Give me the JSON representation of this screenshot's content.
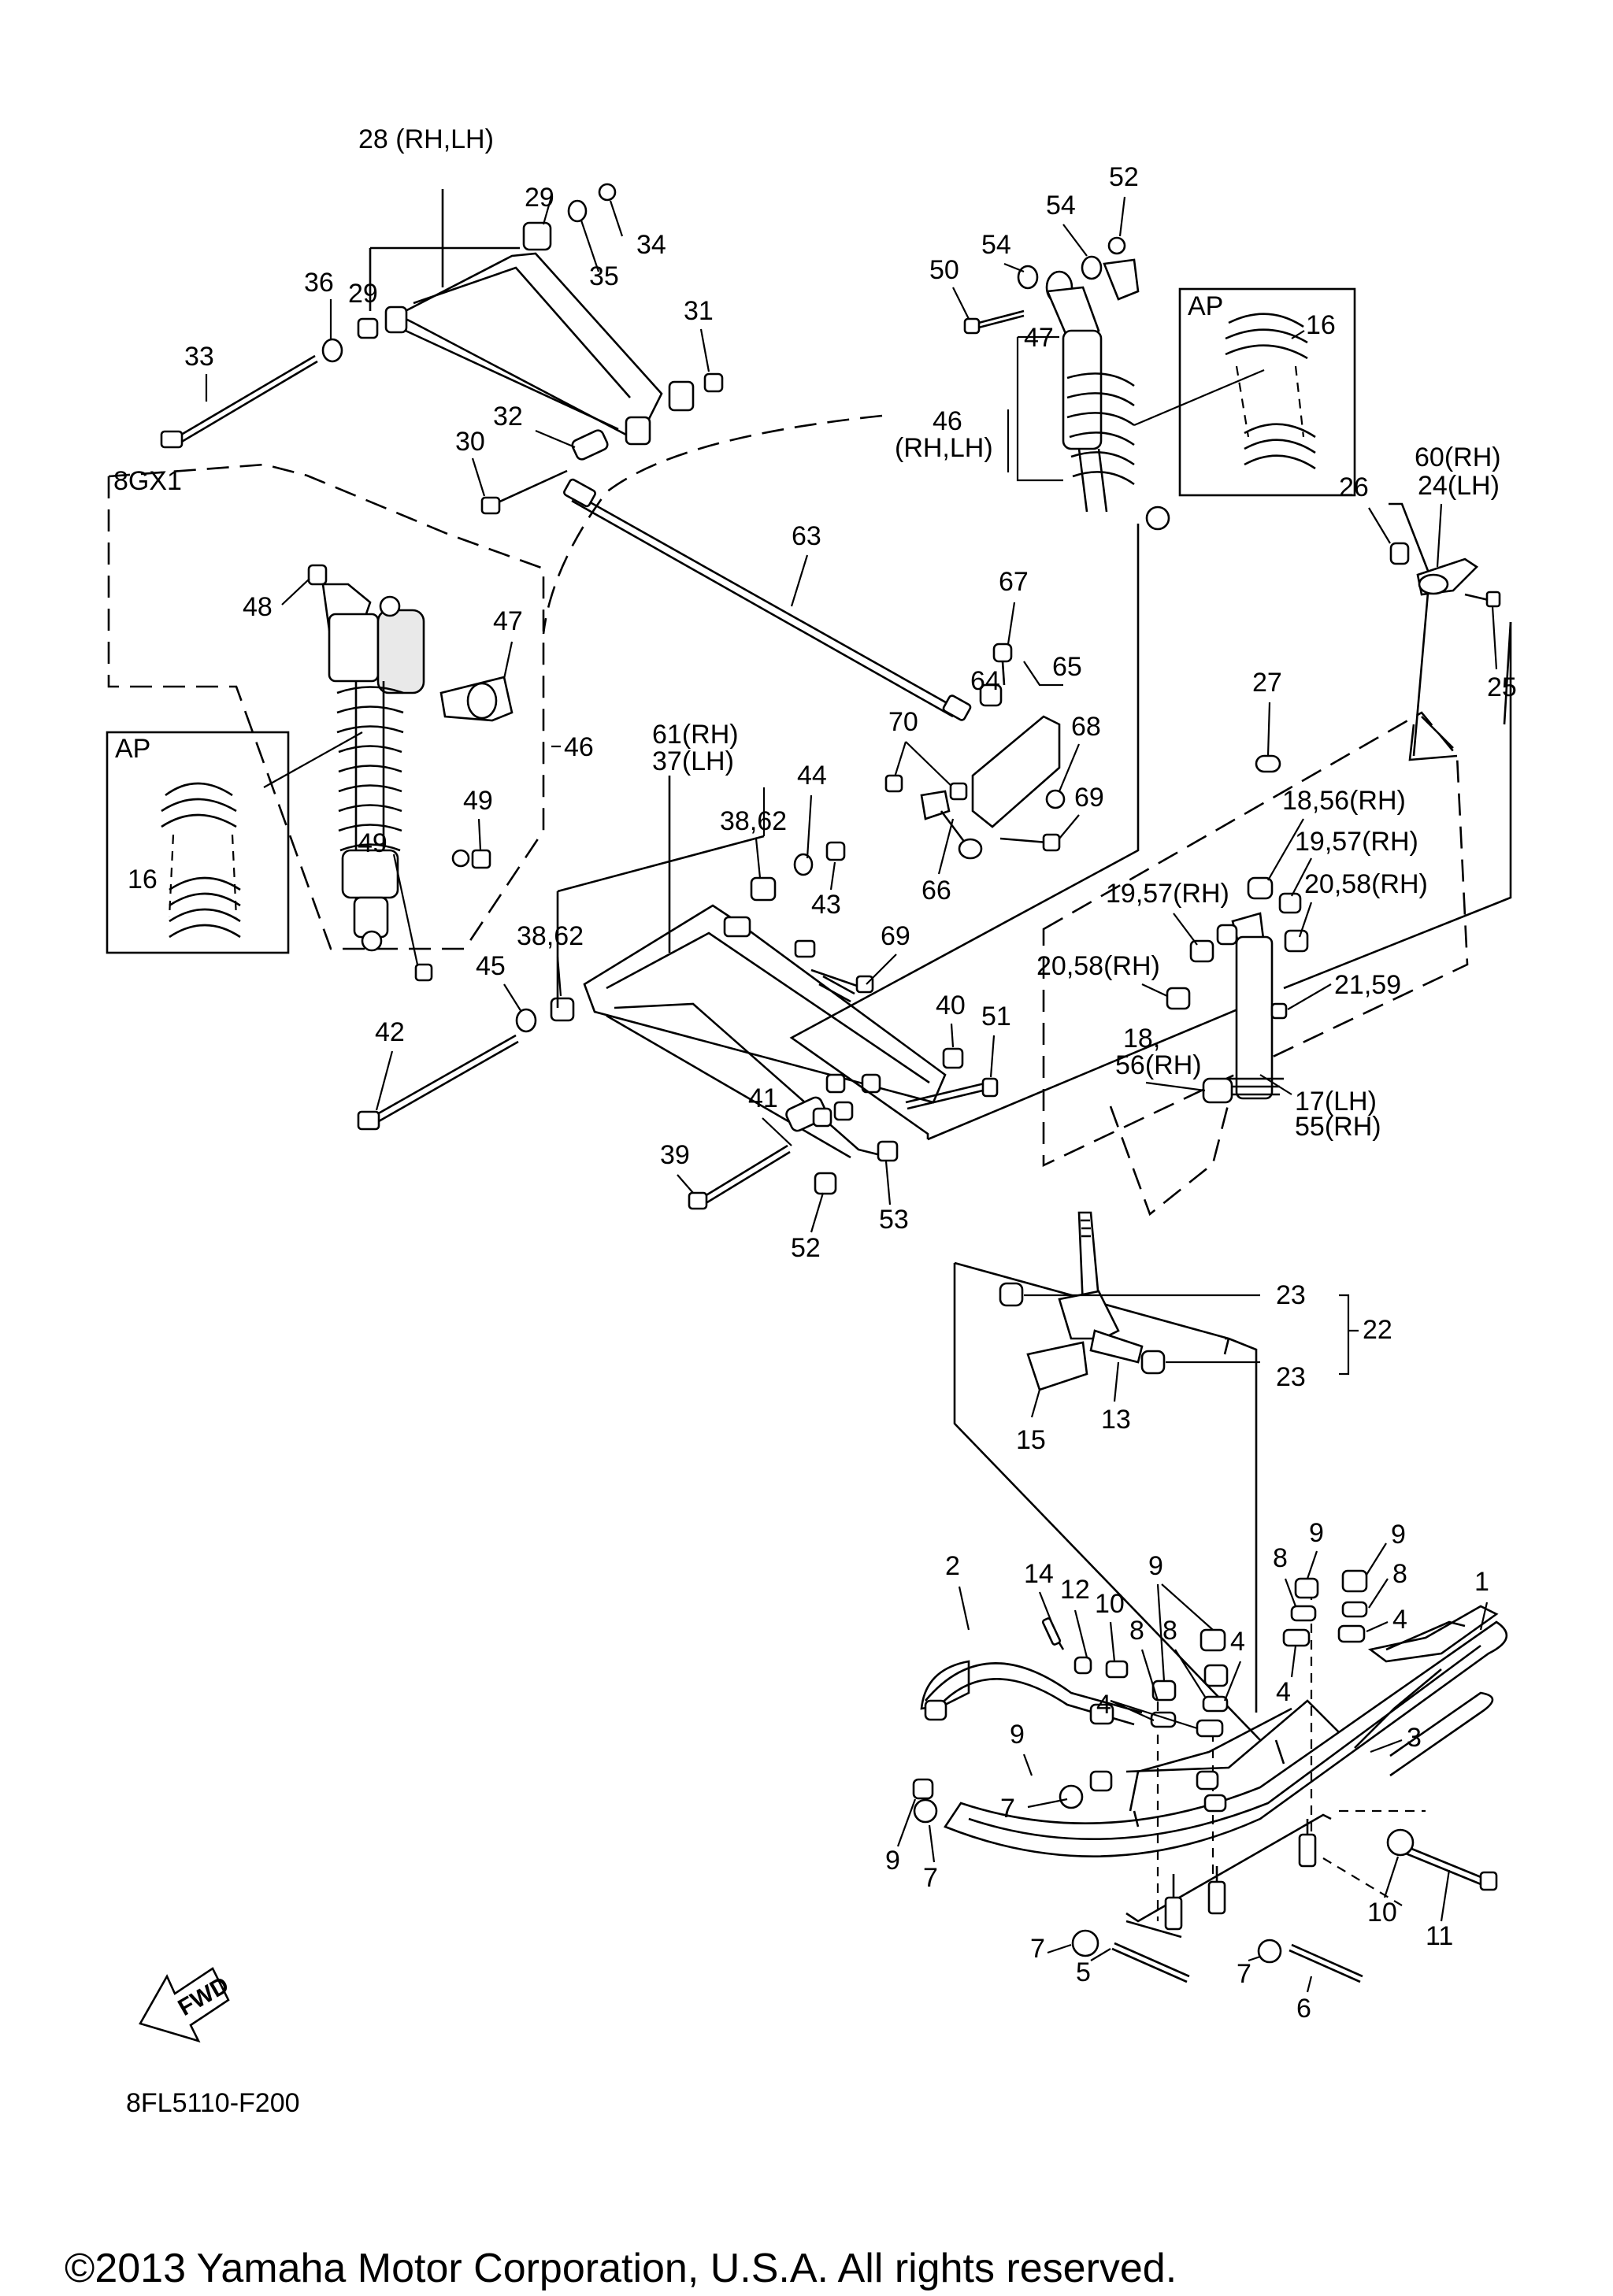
{
  "labels": {
    "l28": "28 (RH,LH)",
    "l29a": "29",
    "l29b": "29",
    "l34": "34",
    "l35": "35",
    "l36": "36",
    "l33": "33",
    "l31": "31",
    "l32": "32",
    "l30": "30",
    "l8gx1": "8GX1",
    "l48": "48",
    "l47a": "47",
    "l46a": "46",
    "l49a": "49",
    "l49b": "49",
    "lap1": "AP",
    "l16a": "16",
    "l52a": "52",
    "l54a": "54",
    "l54b": "54",
    "l50": "50",
    "l47b": "47",
    "l46b1": "46",
    "l46b2": "(RH,LH)",
    "lap2": "AP",
    "l16b": "16",
    "l26": "26",
    "l60": "60(RH)",
    "l24": "24(LH)",
    "l25": "25",
    "l63": "63",
    "l67": "67",
    "l64": "64",
    "l65": "65",
    "l70": "70",
    "l68": "68",
    "l69a": "69",
    "l61": "61(RH)",
    "l37": "37(LH)",
    "l44": "44",
    "l3862a": "38,62",
    "l43": "43",
    "l66": "66",
    "l3862b": "38,62",
    "l45": "45",
    "l69b": "69",
    "l42": "42",
    "l40": "40",
    "l51": "51",
    "l41": "41",
    "l39": "39",
    "l52b": "52",
    "l53": "53",
    "l27": "27",
    "l1856a": "18,56(RH)",
    "l1957a": "19,57(RH)",
    "l2058a": "20,58(RH)",
    "l1957b": "19,57(RH)",
    "l2058b": "20,58(RH)",
    "l2159": "21,59",
    "l18b1": "18,",
    "l18b2": "56(RH)",
    "l17": "17(LH)",
    "l55": "55(RH)",
    "l23a": "23",
    "l22": "22",
    "l23b": "23",
    "l15": "15",
    "l13": "13",
    "l2": "2",
    "l14": "14",
    "l12": "12",
    "l10a": "10",
    "l9a": "9",
    "l8a": "8",
    "l8b": "8",
    "l4a": "4",
    "l4b": "4",
    "l9b": "9",
    "l8c": "8",
    "l4c": "4",
    "l9c": "9",
    "l8d": "8",
    "l4d": "4",
    "l1": "1",
    "l3": "3",
    "l9d": "9",
    "l7a": "7",
    "l9e": "9",
    "l7b": "7",
    "l10b": "10",
    "l11": "11",
    "l7c": "7",
    "l5": "5",
    "l7d": "7",
    "l6": "6"
  },
  "fwd_label": "FWD",
  "diagram_code": "8FL5110-F200",
  "copyright": "©2013 Yamaha Motor Corporation, U.S.A. All rights reserved."
}
